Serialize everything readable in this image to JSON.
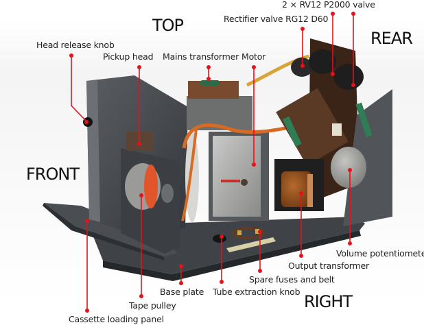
{
  "diagram": {
    "subject": "Tape recorder chassis (open, side view)",
    "accent_color": "#e8101a",
    "directions": {
      "top": "TOP",
      "rear": "REAR",
      "front": "FRONT",
      "right": "RIGHT"
    },
    "callouts": [
      {
        "id": "head-release-knob",
        "label": "Head release knob"
      },
      {
        "id": "pickup-head",
        "label": "Pickup head"
      },
      {
        "id": "mains-transformer",
        "label": "Mains transformer"
      },
      {
        "id": "motor",
        "label": "Motor"
      },
      {
        "id": "rectifier-valve",
        "label": "Rectifier valve RG12 D60"
      },
      {
        "id": "rv12-valves",
        "label": "2 × RV12 P2000 valve"
      },
      {
        "id": "volume-potentiometer",
        "label": "Volume potentiometer"
      },
      {
        "id": "output-transformer",
        "label": "Output transformer"
      },
      {
        "id": "spare-fuses",
        "label": "Spare fuses and belt"
      },
      {
        "id": "tube-extraction-knob",
        "label": "Tube extraction knob"
      },
      {
        "id": "base-plate",
        "label": "Base plate"
      },
      {
        "id": "tape-pulley",
        "label": "Tape pulley"
      },
      {
        "id": "cassette-loading-panel",
        "label": "Cassette loading panel"
      }
    ]
  }
}
